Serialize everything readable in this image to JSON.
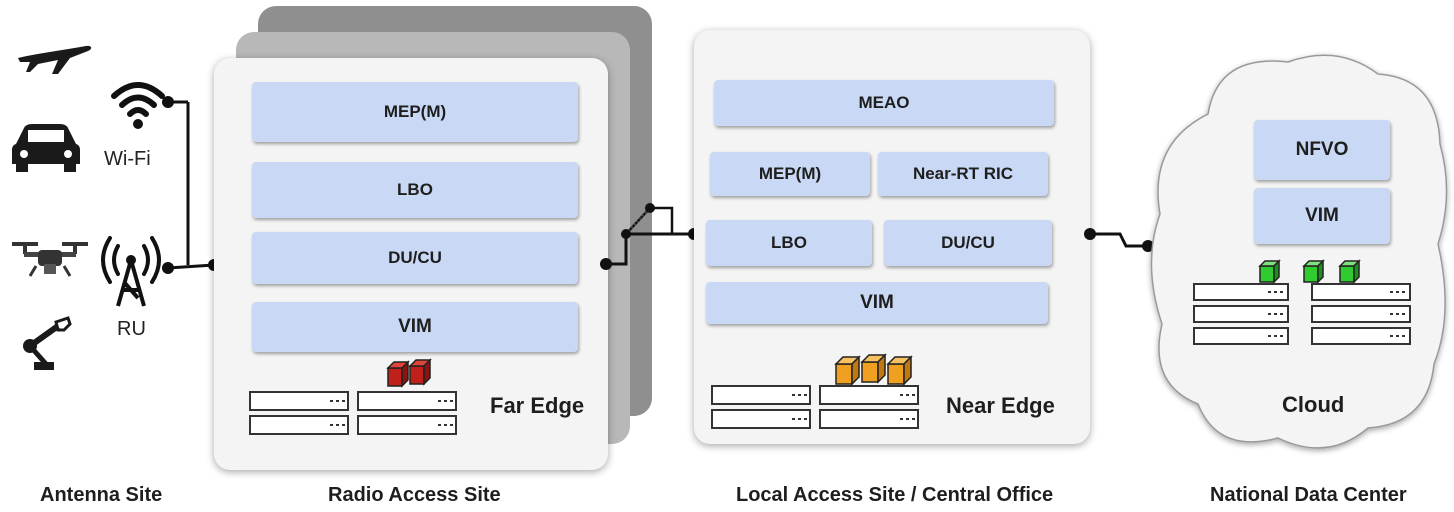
{
  "antenna": {
    "wifi_label": "Wi-Fi",
    "ru_label": "RU",
    "devices": [
      "airplane-icon",
      "car-icon",
      "drone-icon",
      "robot-arm-icon"
    ]
  },
  "far_edge": {
    "blocks": [
      "MEP(M)",
      "LBO",
      "DU/CU",
      "VIM"
    ],
    "label": "Far Edge"
  },
  "near_edge": {
    "meao": "MEAO",
    "mep": "MEP(M)",
    "ric": "Near-RT RIC",
    "lbo": "LBO",
    "ducu": "DU/CU",
    "vim": "VIM",
    "label": "Near Edge"
  },
  "cloud": {
    "nfvo": "NFVO",
    "vim": "VIM",
    "label": "Cloud"
  },
  "sites": {
    "antenna": "Antenna Site",
    "radio": "Radio Access Site",
    "local": "Local Access Site / Central Office",
    "national": "National Data Center"
  },
  "colors": {
    "block": "#c9d9f5",
    "far_edge_vnf": "#c0201a",
    "near_edge_vnf": "#f0a020",
    "cloud_vnf": "#2ecc2e"
  }
}
